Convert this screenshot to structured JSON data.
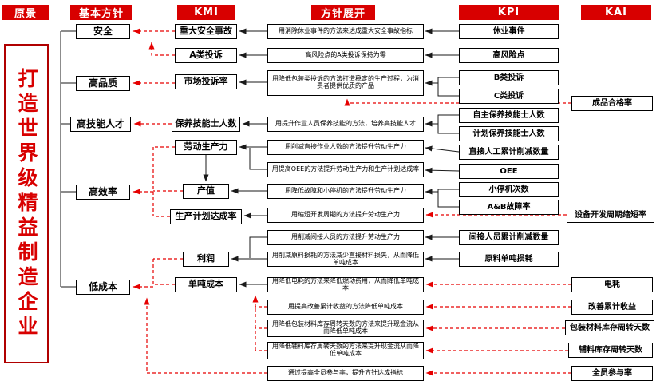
{
  "colors": {
    "header_bg": "#d80000",
    "vision_text": "#d80000",
    "vision_border": "#b00000",
    "arrow_red": "#e60000",
    "line_black": "#1a1a1a",
    "box_border": "#000000"
  },
  "columns": {
    "vision": {
      "header": "原景",
      "text": "打造世界级精益制造企业"
    },
    "policy": {
      "header": "基本方针",
      "items": [
        "安全",
        "高品质",
        "高技能人才",
        "高效率",
        "低成本"
      ]
    },
    "kmi": {
      "header": "KMI",
      "items": [
        "重大安全事故",
        "A类投诉",
        "市场投诉率",
        "保养技能士人数",
        "劳动生产力",
        "产值",
        "生产计划达成率",
        "利润",
        "单吨成本"
      ]
    },
    "deploy": {
      "header": "方针展开",
      "items": [
        "用消除休业事件的方法来达成重大安全事故指标",
        "高风险点的A类投诉保持为零",
        "用降低包装类投诉的方法打造稳定的生产过程，为消费者提供优质的产品",
        "用提升作业人员保养技能的方法，培养高技能人才",
        "用削减直接作业人数的方法提升劳动生产力",
        "用提高OEE的方法提升劳动生产力和生产计划达成率",
        "用降低故障和小停机的方法提升劳动生产力",
        "用缩短开发周期的方法提升劳动生产力",
        "用削减间接人员的方法提升劳动生产力",
        "用削减原料损耗的方法减少直接材料损失，从而降低单吨成本",
        "用降低电耗的方法来降低燃动费用，从而降低单吨成本",
        "用提高改善累计收益的方法降低单吨成本",
        "用降低包装材料库存周转天数的方法来提升现金流从而降低单吨成本",
        "用降低辅料库存周转天数的方法来提升现金流从而降低单吨成本",
        "通过提高全员参与率，提升方针达成指标"
      ]
    },
    "kpi": {
      "header": "KPI",
      "items": [
        "休业事件",
        "高风险点",
        "B类投诉",
        "C类投诉",
        "自主保养技能士人数",
        "计划保养技能士人数",
        "直接人工累计削减数量",
        "OEE",
        "小停机次数",
        "A&B故障率",
        "间接人员累计削减数量",
        "原料单吨损耗"
      ]
    },
    "kai": {
      "header": "KAI",
      "items": [
        "成品合格率",
        "设备开发周期缩短率",
        "电耗",
        "改善累计收益",
        "包装材料库存周转天数",
        "辅料库存周转天数",
        "全员参与率"
      ]
    }
  }
}
